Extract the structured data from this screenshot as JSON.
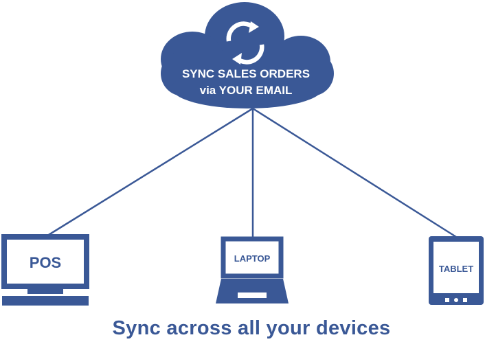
{
  "cloud": {
    "title_line1": "SYNC SALES ORDERS",
    "title_line2": "via YOUR EMAIL",
    "icon": "sync-arrows-icon"
  },
  "devices": [
    {
      "label": "POS",
      "icon": "pos-terminal-icon"
    },
    {
      "label": "LAPTOP",
      "icon": "laptop-icon"
    },
    {
      "label": "TABLET",
      "icon": "tablet-icon"
    }
  ],
  "caption": "Sync across all your devices",
  "colors": {
    "primary": "#3a5896",
    "background": "#ffffff",
    "text_on_primary": "#ffffff"
  }
}
